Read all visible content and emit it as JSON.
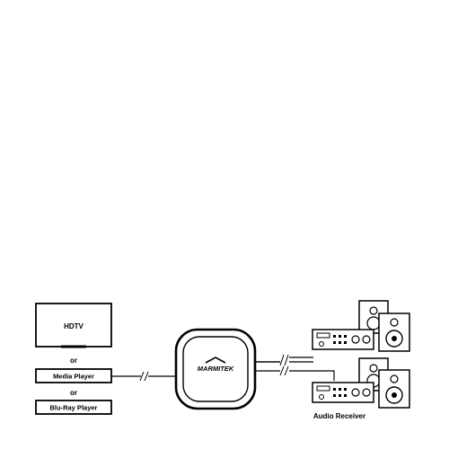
{
  "sources": {
    "hdtv_label": "HDTV",
    "or_label_1": "or",
    "media_player_label": "Media Player",
    "or_label_2": "or",
    "bluray_label": "Blu-Ray Player"
  },
  "hub": {
    "brand": "MARMITEK"
  },
  "receiver": {
    "label": "Audio Receiver"
  },
  "colors": {
    "line": "#000000",
    "background": "#ffffff"
  }
}
